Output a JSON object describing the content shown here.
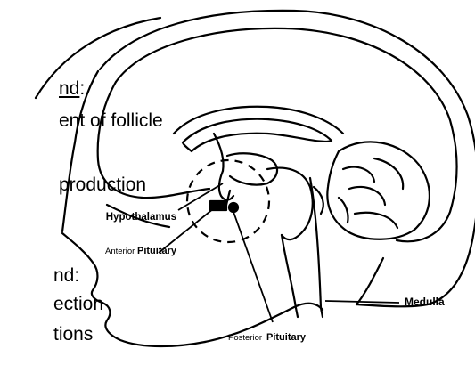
{
  "body_text": {
    "line1_prefix": "nd",
    "line1_suffix": ":",
    "line2": "ent of follicle",
    "line3": "production",
    "line4": "nd:",
    "line5": "ection",
    "line6": "tions"
  },
  "labels": {
    "hypothalamus": "Hypothalamus",
    "anterior_pituitary_a": "Anterior",
    "anterior_pituitary_b": "Pituitary",
    "posterior_pituitary_a": "Posterior",
    "posterior_pituitary_b": "Pituitary",
    "medulla": "Medulla"
  }
}
